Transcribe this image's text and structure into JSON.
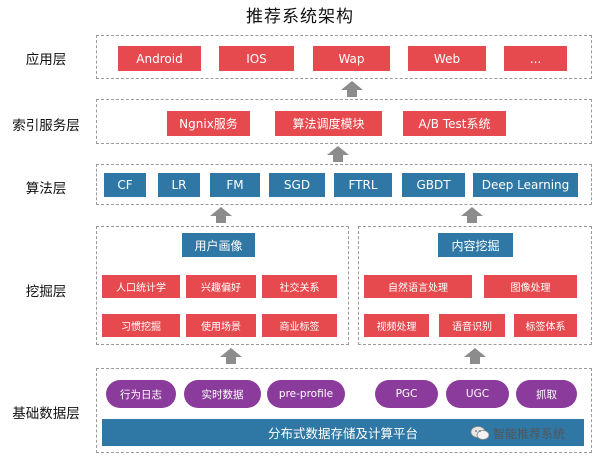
{
  "title": "推荐系统架构",
  "layers": {
    "app": "应用层",
    "index": "索引服务层",
    "algo": "算法层",
    "mining": "挖掘层",
    "base": "基础数据层"
  },
  "app_items": [
    "Android",
    "IOS",
    "Wap",
    "Web",
    "..."
  ],
  "index_items": [
    "Ngnix服务",
    "算法调度模块",
    "A/B  Test系统"
  ],
  "algo_items": [
    "CF",
    "LR",
    "FM",
    "SGD",
    "FTRL",
    "GBDT",
    "Deep Learning"
  ],
  "user_profile": {
    "header": "用户画像",
    "items": [
      "人口统计学",
      "兴趣偏好",
      "社交关系",
      "习惯挖掘",
      "使用场景",
      "商业标签"
    ]
  },
  "content_mining": {
    "header": "内容挖掘",
    "items": [
      "自然语言处理",
      "图像处理",
      "视频处理",
      "语音识别",
      "标签体系"
    ]
  },
  "data_sources_left": [
    "行为日志",
    "实时数据",
    "pre-profile"
  ],
  "data_sources_right": [
    "PGC",
    "UGC",
    "抓取"
  ],
  "platform": "分布式数据存储及计算平台",
  "watermark": "智能推荐系统",
  "colors": {
    "red": "#e64a4f",
    "blue": "#2f78a5",
    "purple": "#8b3b9b",
    "arrow": "#8c8c8c"
  },
  "icons": [
    "up-arrow-icon",
    "wechat-icon"
  ]
}
